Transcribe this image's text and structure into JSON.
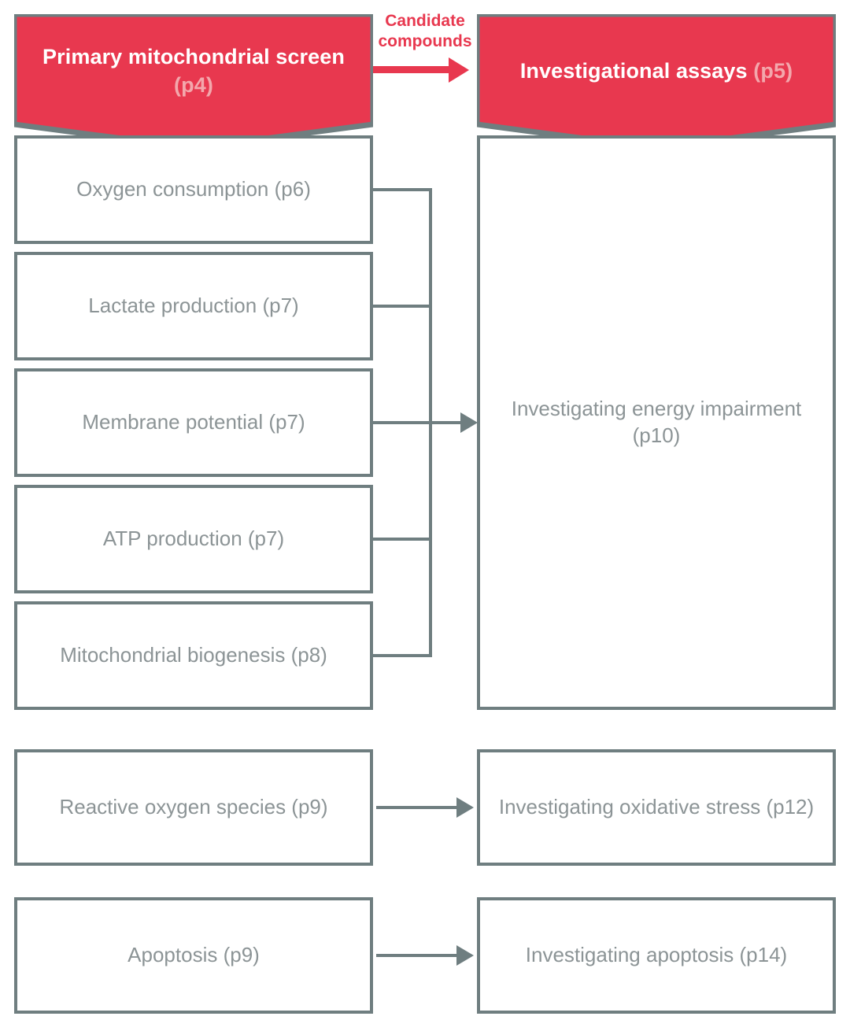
{
  "diagram": {
    "title_left": "Primary mitochondrial screen (p4)",
    "title_right": "Investigational assays (p5)",
    "colors": {
      "accent_red": "#e8384f",
      "accent_red_light": "#f3a7ac",
      "outline_gray": "#6f7e80",
      "text_gray": "#8c9496",
      "background": "#ffffff"
    }
  },
  "headers": {
    "left": {
      "main": "Primary mitochondrial screen ",
      "page": "(p4)"
    },
    "right": {
      "main": "Investigational assays ",
      "page": "(p5)"
    }
  },
  "connector_label": {
    "line1": "Candidate",
    "line2": "compounds"
  },
  "left_column": {
    "assays": [
      {
        "label": "Oxygen consumption (p6)"
      },
      {
        "label": "Lactate production (p7)"
      },
      {
        "label": "Membrane potential (p7)"
      },
      {
        "label": "ATP production (p7)"
      },
      {
        "label": "Mitochondrial biogenesis (p8)"
      }
    ],
    "standalone": [
      {
        "label": "Reactive oxygen species (p9)"
      },
      {
        "label": "Apoptosis (p9)"
      }
    ]
  },
  "right_column": {
    "outcomes": [
      {
        "label": "Investigating energy impairment (p10)"
      },
      {
        "label": "Investigating oxidative stress (p12)"
      },
      {
        "label": "Investigating apoptosis (p14)"
      }
    ]
  }
}
